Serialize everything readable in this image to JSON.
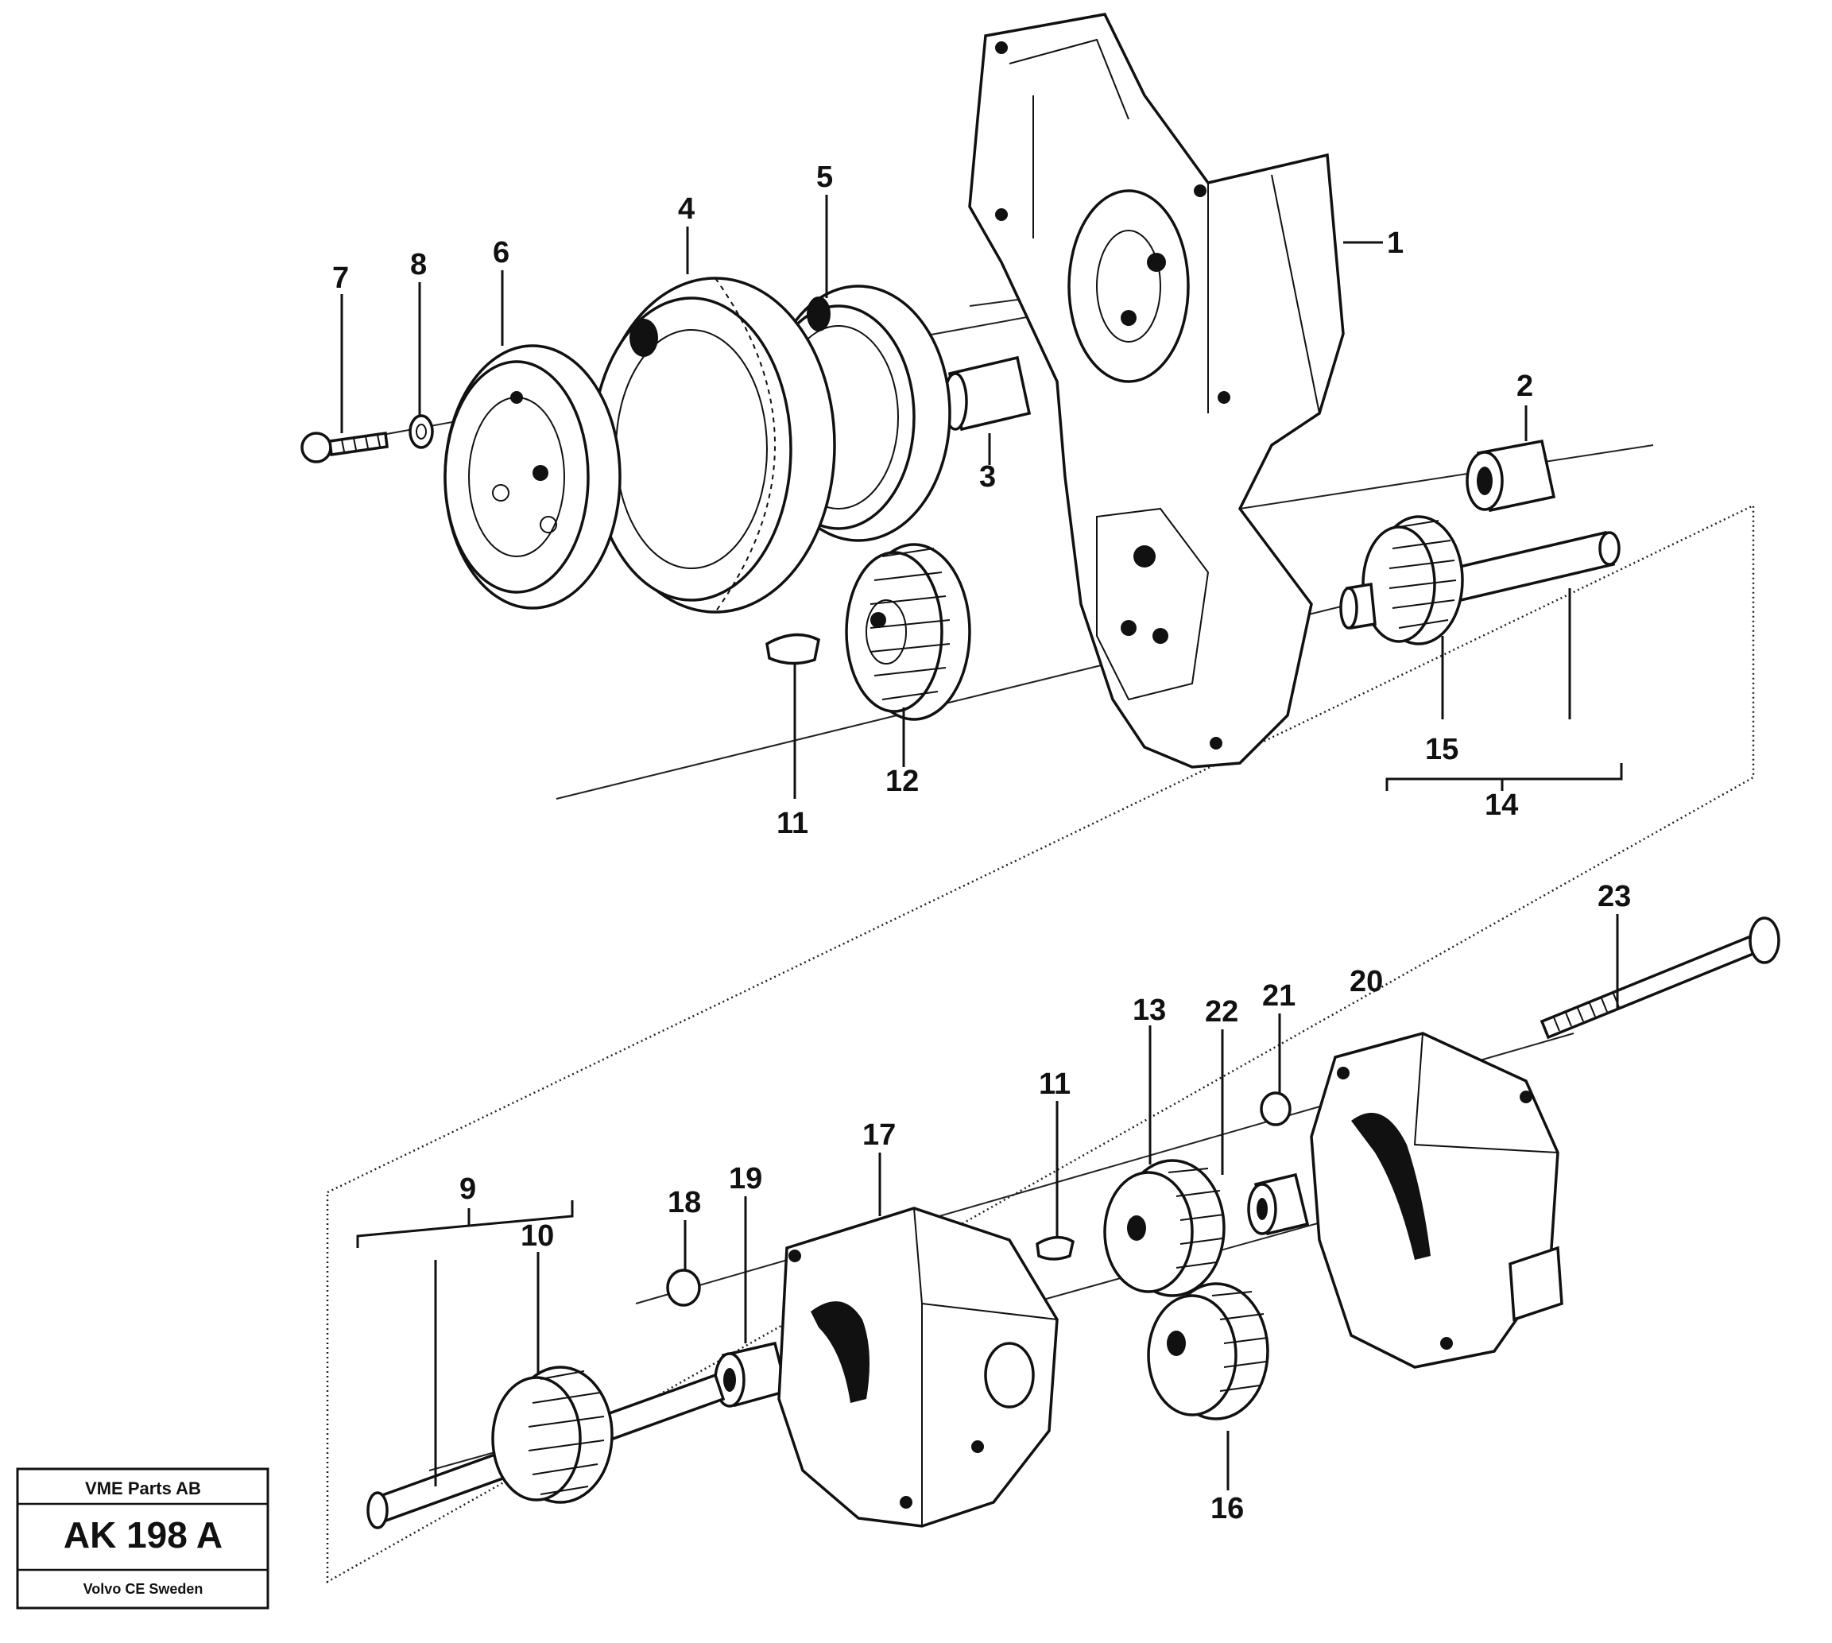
{
  "callouts": [
    {
      "id": "c1",
      "label": "1"
    },
    {
      "id": "c2",
      "label": "2"
    },
    {
      "id": "c3",
      "label": "3"
    },
    {
      "id": "c4",
      "label": "4"
    },
    {
      "id": "c5",
      "label": "5"
    },
    {
      "id": "c6",
      "label": "6"
    },
    {
      "id": "c7",
      "label": "7"
    },
    {
      "id": "c8",
      "label": "8"
    },
    {
      "id": "c9",
      "label": "9"
    },
    {
      "id": "c10",
      "label": "10"
    },
    {
      "id": "c11a",
      "label": "11"
    },
    {
      "id": "c11b",
      "label": "11"
    },
    {
      "id": "c12",
      "label": "12"
    },
    {
      "id": "c13",
      "label": "13"
    },
    {
      "id": "c14",
      "label": "14"
    },
    {
      "id": "c15",
      "label": "15"
    },
    {
      "id": "c16",
      "label": "16"
    },
    {
      "id": "c17",
      "label": "17"
    },
    {
      "id": "c18",
      "label": "18"
    },
    {
      "id": "c19",
      "label": "19"
    },
    {
      "id": "c20",
      "label": "20"
    },
    {
      "id": "c21",
      "label": "21"
    },
    {
      "id": "c22",
      "label": "22"
    },
    {
      "id": "c23",
      "label": "23"
    }
  ],
  "stamp": {
    "header": "VME Parts AB",
    "code": "AK 198 A",
    "footer": "Volvo CE Sweden"
  }
}
